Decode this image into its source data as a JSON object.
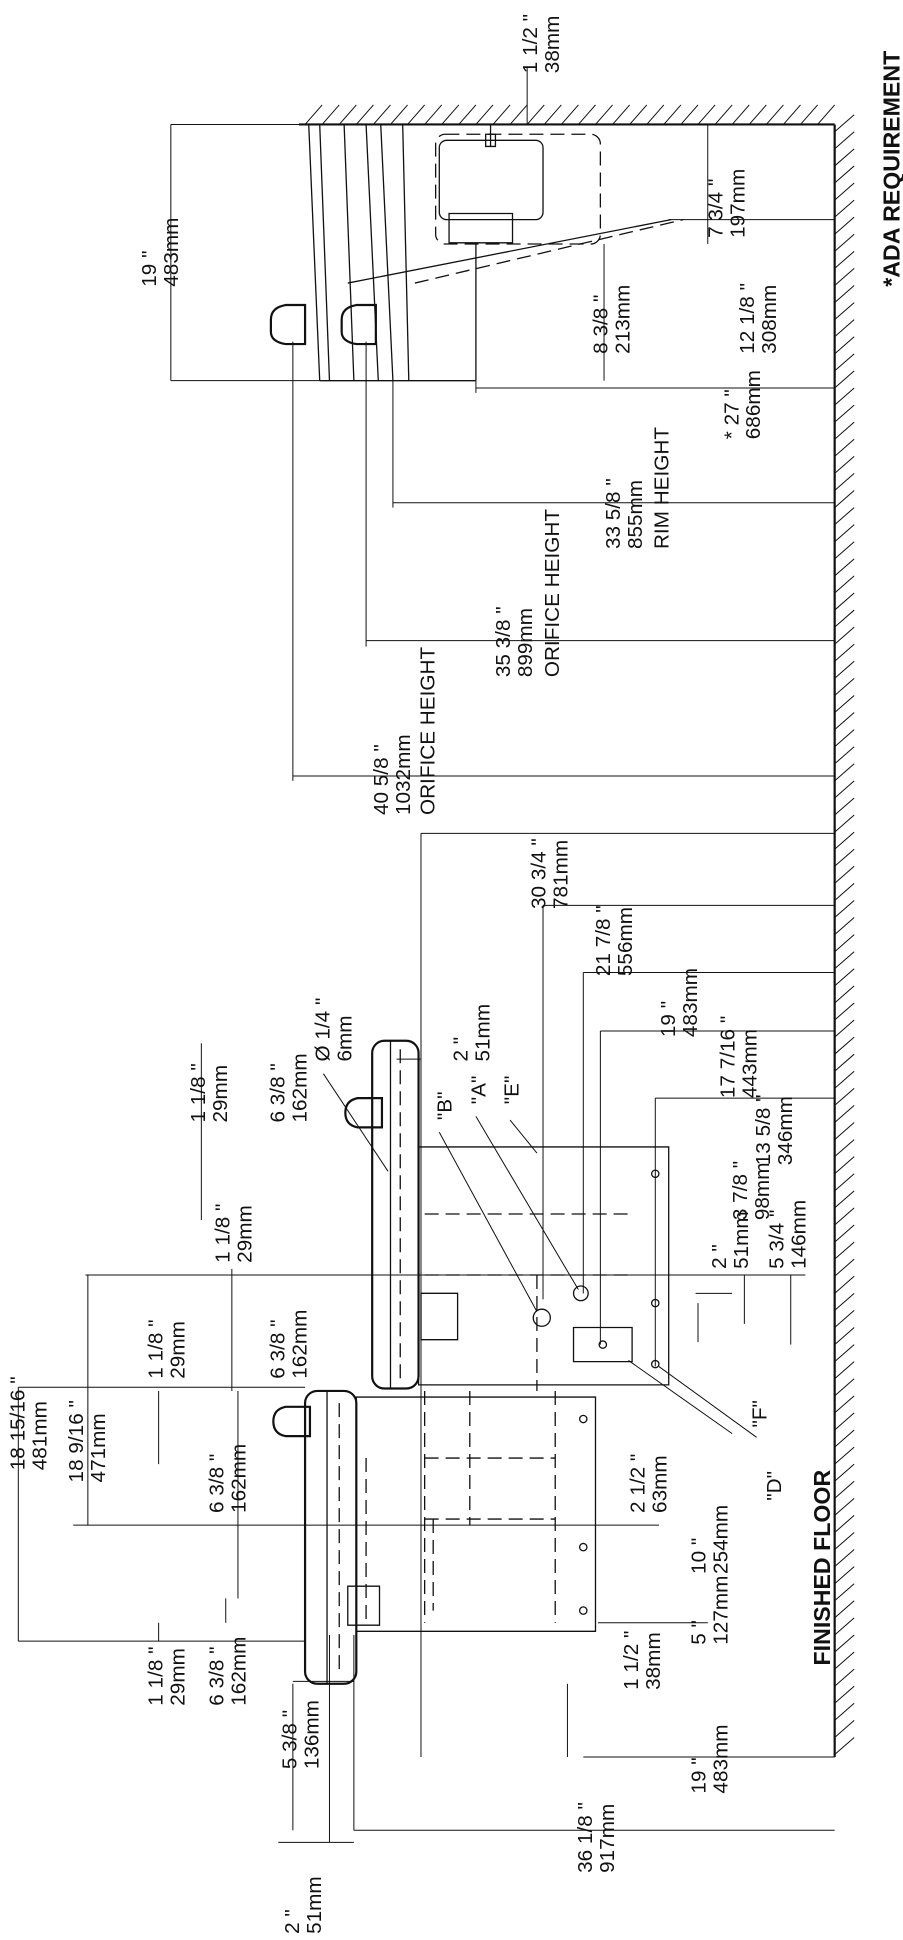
{
  "labels": {
    "finished_floor": "FINISHED FLOOR",
    "ada": "*ADA REQUIREMENT",
    "rim_height": "RIM HEIGHT",
    "orifice_height_1": "ORIFICE HEIGHT",
    "orifice_height_2": "ORIFICE HEIGHT",
    "callout_a": "\"A\"",
    "callout_b": "\"B\"",
    "callout_c_d": "\"D\"",
    "callout_e": "\"E\"",
    "callout_f": "\"F\""
  },
  "dims": {
    "d_1_1_2_top": [
      "1 1/2  \"",
      "38mm"
    ],
    "d_19_top": [
      "19  \"",
      "483mm"
    ],
    "d_7_3_4": [
      "7 3/4  \"",
      "197mm"
    ],
    "d_8_3_8": [
      "8 3/8  \"",
      "213mm"
    ],
    "d_12_1_8": [
      "12 1/8  \"",
      "308mm"
    ],
    "d_27": [
      "*  27  \"",
      "686mm"
    ],
    "d_33_5_8": [
      "33 5/8  \"",
      "855mm"
    ],
    "d_35_3_8": [
      "35 3/8  \"",
      "899mm"
    ],
    "d_40_5_8": [
      "40 5/8  \"",
      "1032mm"
    ],
    "d_30_3_4": [
      "30 3/4  \"",
      "781mm"
    ],
    "d_21_7_8": [
      "21 7/8  \"",
      "556mm"
    ],
    "d_19_mid": [
      "19  \"",
      "483mm"
    ],
    "d_17_7_16": [
      "17 7/16  \"",
      "443mm"
    ],
    "d_13_5_8": [
      "13 5/8  \"",
      "346mm"
    ],
    "d_2_top": [
      "2  \"",
      "51mm"
    ],
    "d_3_7_8": [
      "3 7/8  \"",
      "98mm"
    ],
    "d_5_3_4": [
      "5 3/4  \"",
      "146mm"
    ],
    "d_dia_1_4": [
      "Ø 1/4  \"",
      "6mm"
    ],
    "d_2_51": [
      "2  \"",
      "51mm"
    ],
    "d_1_1_8_a": [
      "1 1/8  \"",
      "29mm"
    ],
    "d_6_3_8_a": [
      "6 3/8  \"",
      "162mm"
    ],
    "d_1_1_8_b": [
      "1 1/8  \"",
      "29mm"
    ],
    "d_6_3_8_b": [
      "6 3/8  \"",
      "162mm"
    ],
    "d_1_1_8_c": [
      "1 1/8  \"",
      "29mm"
    ],
    "d_18_9_16": [
      "18 9/16  \"",
      "471mm"
    ],
    "d_6_3_8_c": [
      "6 3/8  \"",
      "162mm"
    ],
    "d_2_1_2": [
      "2 1/2  \"",
      "63mm"
    ],
    "d_10": [
      "10  \"",
      "254mm"
    ],
    "d_5": [
      "5  \"",
      "127mm"
    ],
    "d_18_15_16": [
      "18 15/16  \"",
      "481mm"
    ],
    "d_1_1_8_d": [
      "1 1/8  \"",
      "29mm"
    ],
    "d_6_3_8_d": [
      "6 3/8  \"",
      "162mm"
    ],
    "d_5_3_8": [
      "5 3/8  \"",
      "136mm"
    ],
    "d_1_1_2_bot": [
      "1 1/2  \"",
      "38mm"
    ],
    "d_19_bot": [
      "19  \"",
      "483mm"
    ],
    "d_36_1_8": [
      "36 1/8  \"",
      "917mm"
    ],
    "d_2_bot": [
      "2  \"",
      "51mm"
    ]
  }
}
